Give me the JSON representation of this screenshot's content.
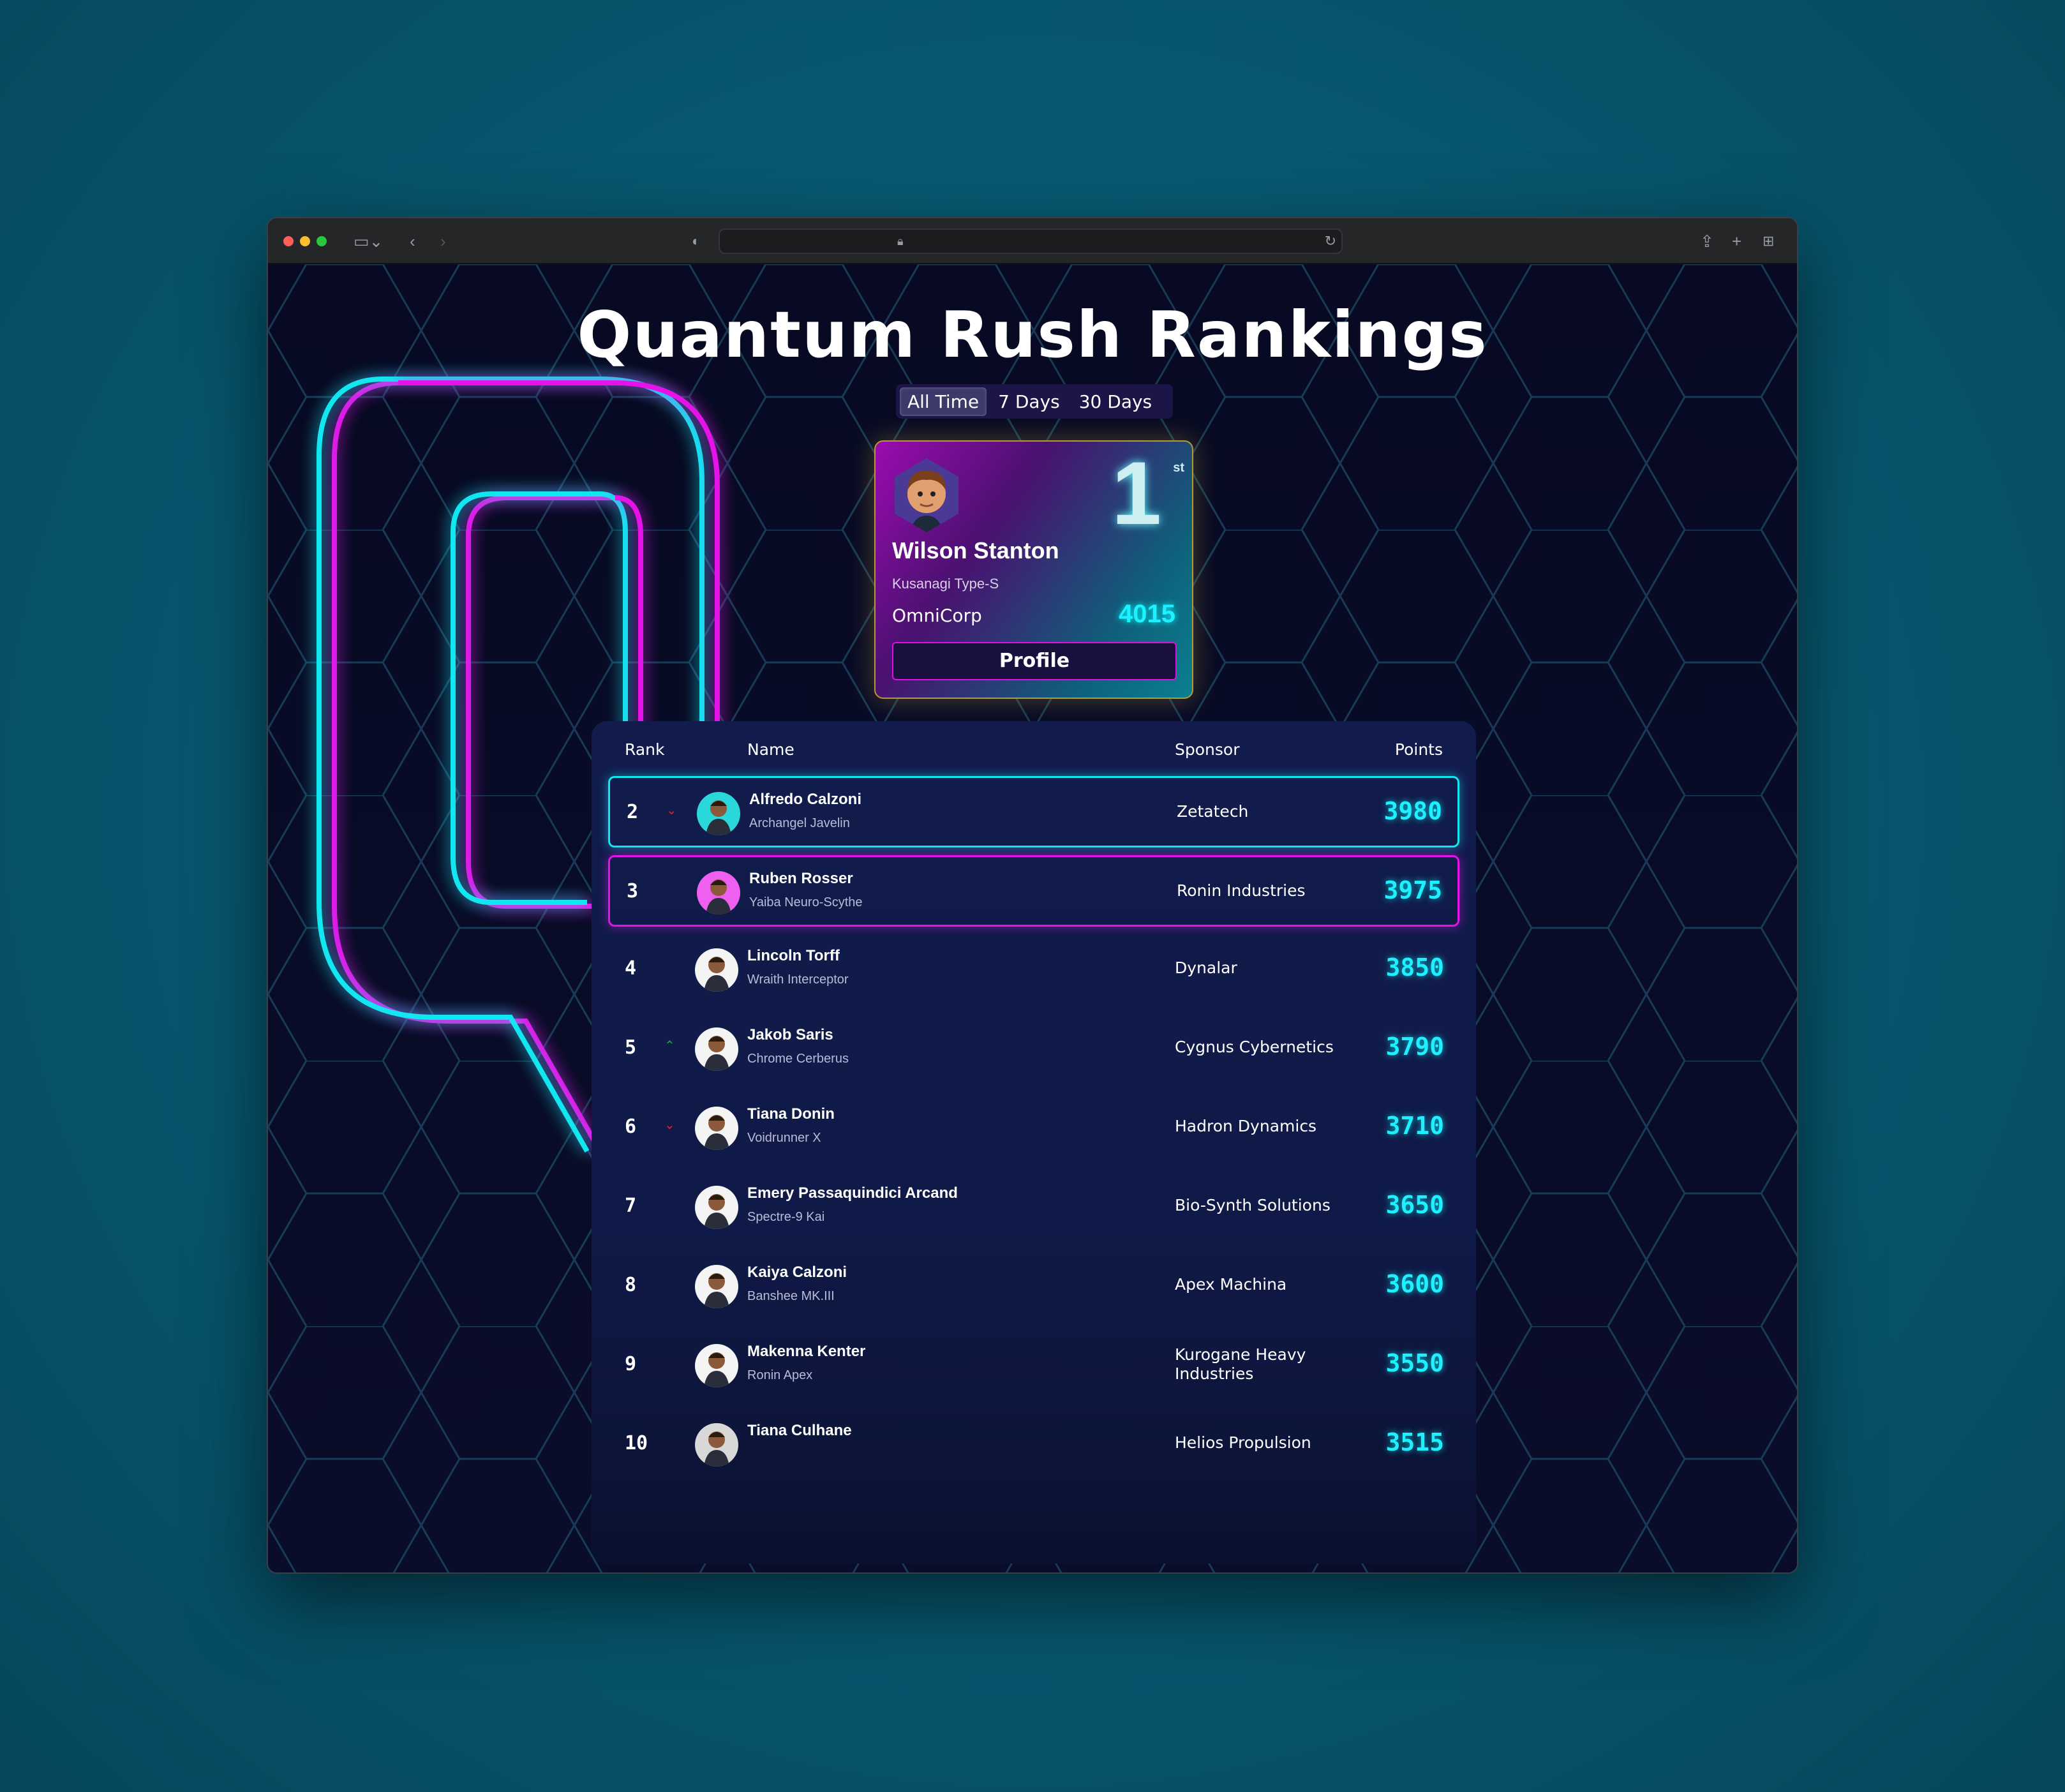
{
  "browser": {
    "icons": [
      "sidebar-icon",
      "back-icon",
      "forward-icon",
      "shield-icon",
      "lock-icon",
      "reload-icon",
      "share-icon",
      "new-tab-icon",
      "tab-overview-icon"
    ]
  },
  "page": {
    "title": "Quantum Rush Rankings"
  },
  "tabs": [
    {
      "label": "All Time",
      "active": true
    },
    {
      "label": "7 Days",
      "active": false
    },
    {
      "label": "30 Days",
      "active": false
    }
  ],
  "leader": {
    "rank": "1",
    "suffix": "st",
    "name": "Wilson Stanton",
    "mech": "Kusanagi Type-S",
    "sponsor": "OmniCorp",
    "points": "4015",
    "button": "Profile"
  },
  "table": {
    "headers": {
      "rank": "Rank",
      "name": "Name",
      "sponsor": "Sponsor",
      "points": "Points"
    },
    "rows": [
      {
        "rank": "2",
        "move": "down",
        "name": "Alfredo Calzoni",
        "mech": "Archangel Javelin",
        "sponsor": "Zetatech",
        "points": "3980",
        "highlight": "cyan",
        "avatar_bg": "#2ad8dc"
      },
      {
        "rank": "3",
        "move": "none",
        "name": "Ruben Rosser",
        "mech": "Yaiba Neuro-Scythe",
        "sponsor": "Ronin Industries",
        "points": "3975",
        "highlight": "magenta",
        "avatar_bg": "#f060f0"
      },
      {
        "rank": "4",
        "move": "none",
        "name": "Lincoln Torff",
        "mech": "Wraith Interceptor",
        "sponsor": "Dynalar",
        "points": "3850",
        "avatar_bg": "#f4f4f4"
      },
      {
        "rank": "5",
        "move": "up",
        "name": "Jakob Saris",
        "mech": "Chrome Cerberus",
        "sponsor": "Cygnus Cybernetics",
        "points": "3790",
        "avatar_bg": "#f4f4f4"
      },
      {
        "rank": "6",
        "move": "down",
        "name": "Tiana Donin",
        "mech": "Voidrunner X",
        "sponsor": "Hadron Dynamics",
        "points": "3710",
        "avatar_bg": "#f4f4f4"
      },
      {
        "rank": "7",
        "move": "none",
        "name": "Emery Passaquindici Arcand",
        "mech": "Spectre-9 Kai",
        "sponsor": "Bio-Synth Solutions",
        "points": "3650",
        "avatar_bg": "#f4f4f4"
      },
      {
        "rank": "8",
        "move": "none",
        "name": "Kaiya Calzoni",
        "mech": "Banshee MK.III",
        "sponsor": "Apex Machina",
        "points": "3600",
        "avatar_bg": "#f4f4f4"
      },
      {
        "rank": "9",
        "move": "none",
        "name": "Makenna Kenter",
        "mech": "Ronin Apex",
        "sponsor": "Kurogane Heavy Industries",
        "points": "3550",
        "avatar_bg": "#f4f4f4"
      },
      {
        "rank": "10",
        "move": "none",
        "name": "Tiana Culhane",
        "mech": "",
        "sponsor": "Helios Propulsion",
        "points": "3515",
        "avatar_bg": "#d8d8d8"
      }
    ]
  },
  "colors": {
    "cyan": "#12e6f0",
    "magenta": "#e414e8",
    "gold": "#b39a36",
    "up": "#1fa84a",
    "down": "#e0202a"
  }
}
